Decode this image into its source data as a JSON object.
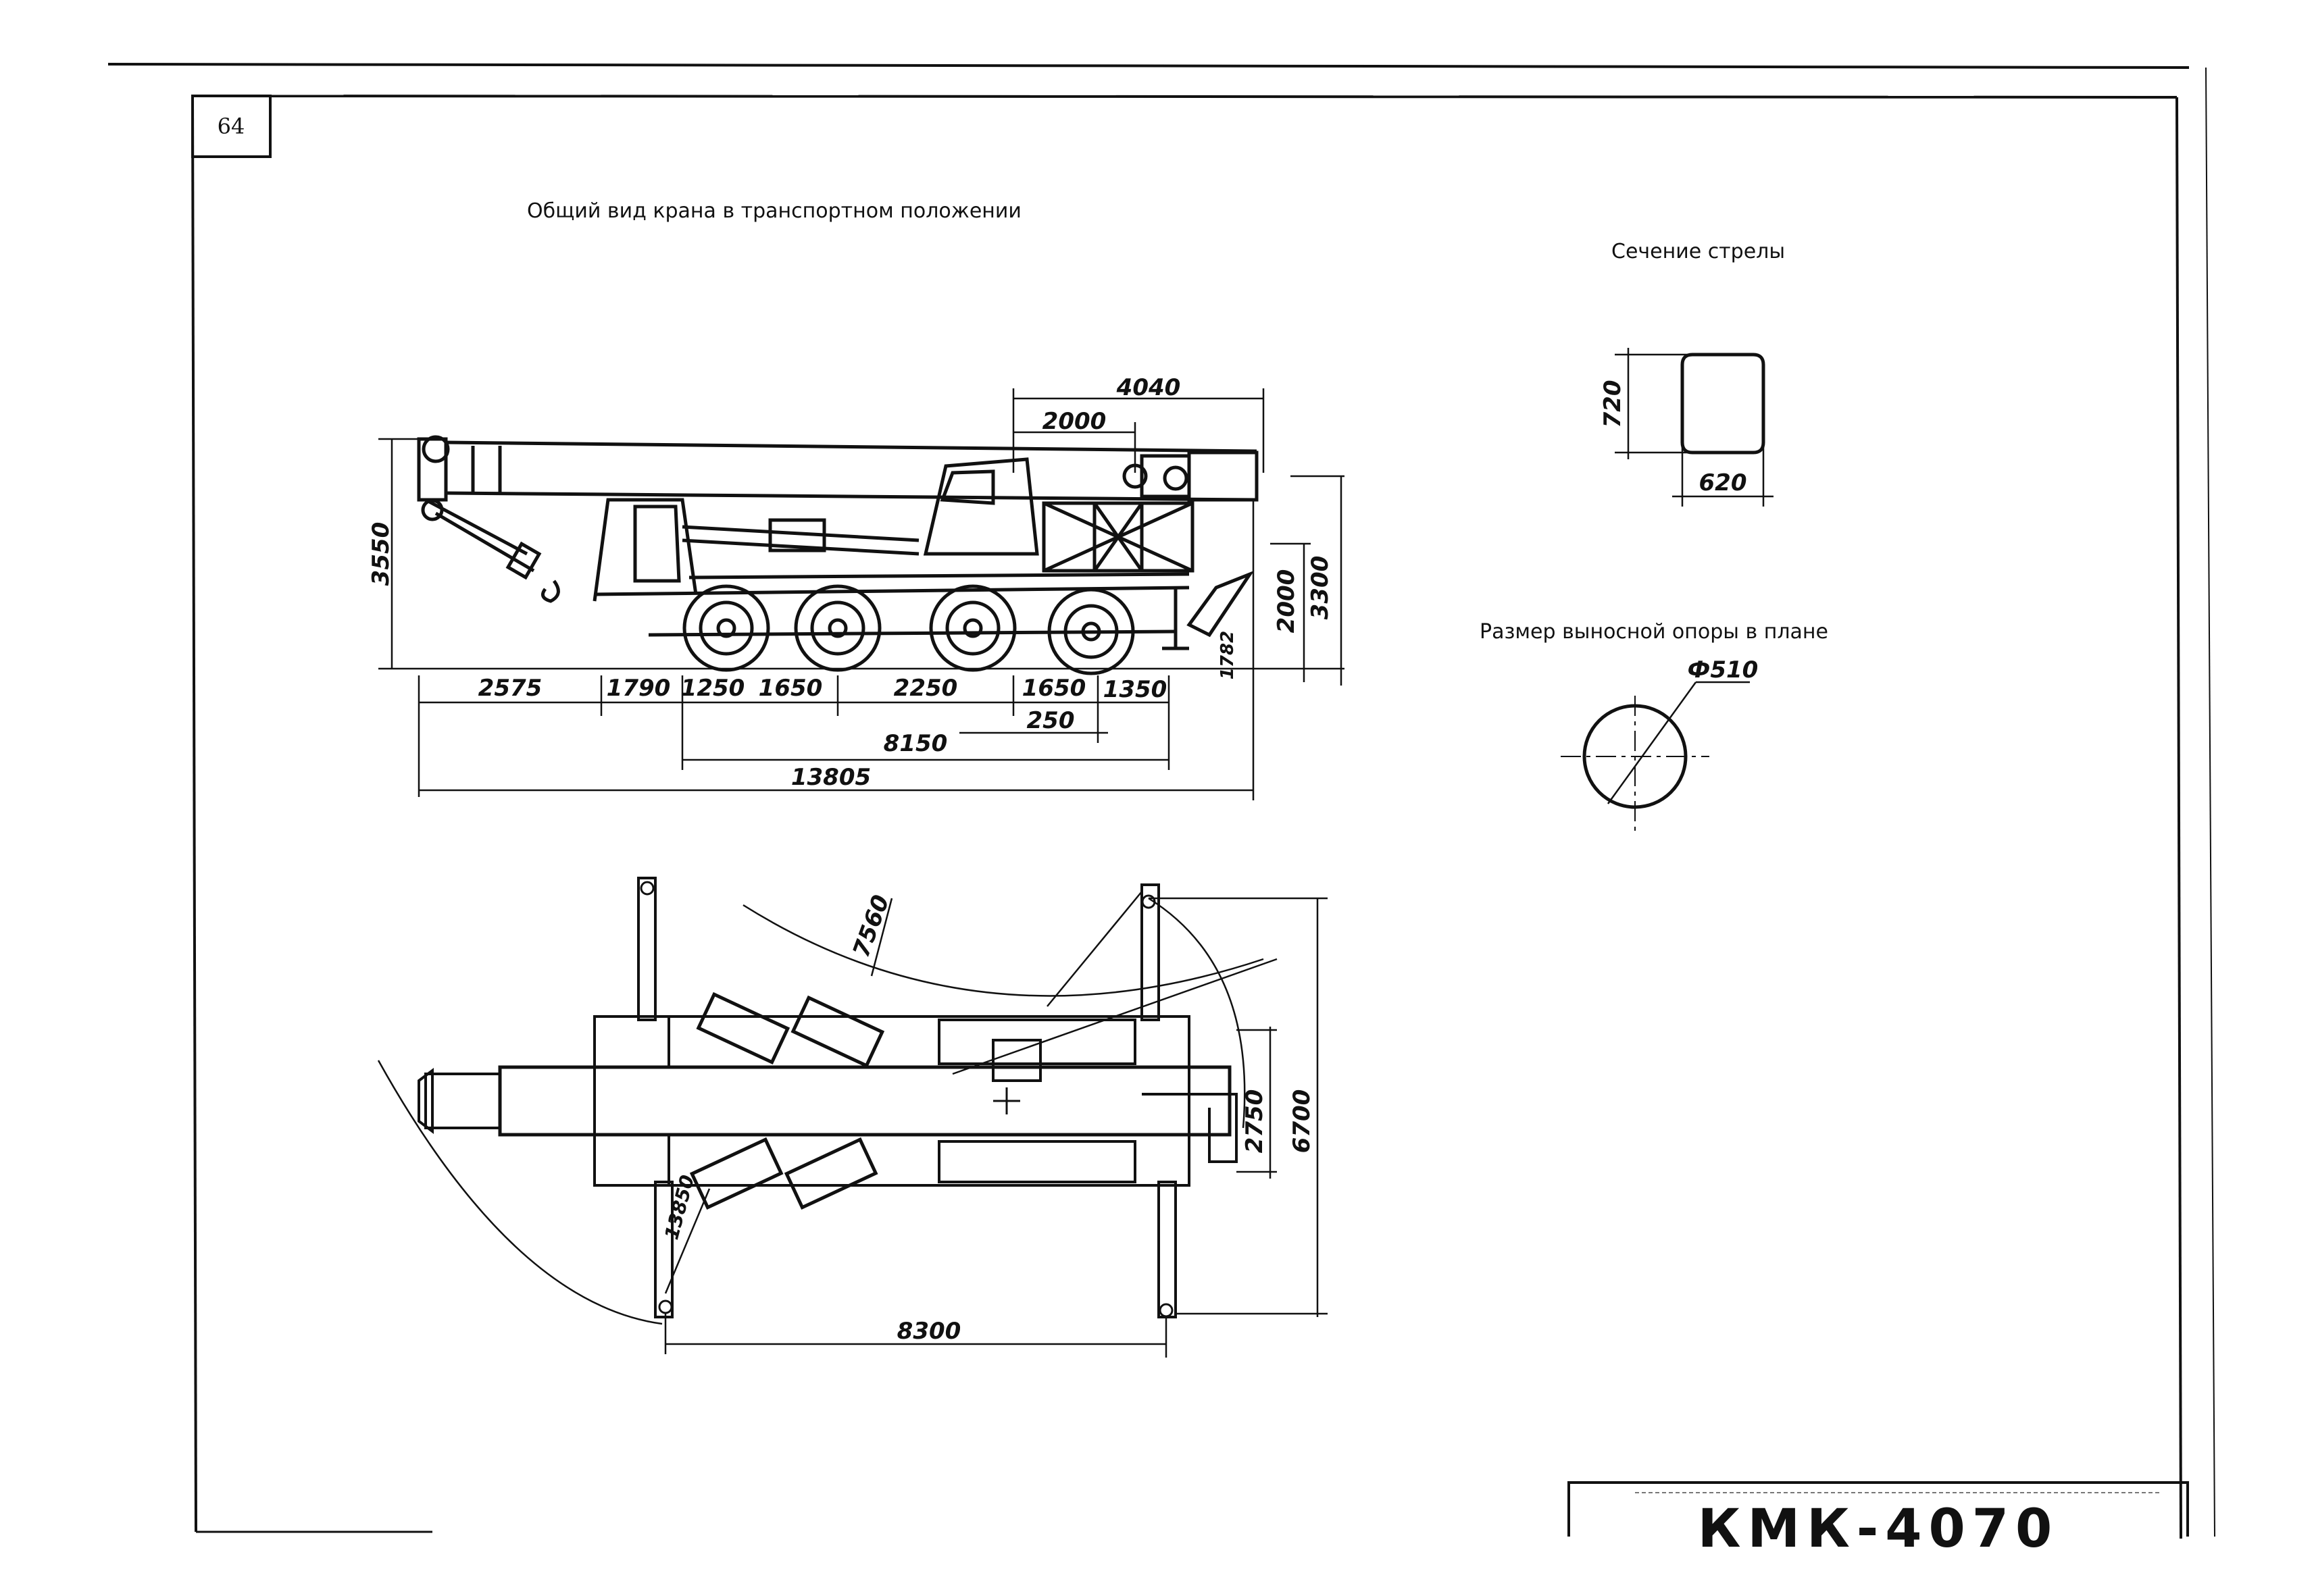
{
  "page_number": "64",
  "titles": {
    "general_view": "Общий вид крана в транспортном положении",
    "boom_section": "Сечение стрелы",
    "outrigger_size": "Размер выносной опоры в плане"
  },
  "stamp_code": "КМК-4070",
  "side_view": {
    "top": {
      "overall": "4040",
      "partial": "2000"
    },
    "left_height": "3550",
    "right_heights": [
      "2000",
      "3300"
    ],
    "small_right": "1782",
    "bottom_row": [
      "2575",
      "1790",
      "1250",
      "1650",
      "2250",
      "1650",
      "1350"
    ],
    "offset": "250",
    "wheelbase_total": "8150",
    "overall_length": "13805"
  },
  "boom_section": {
    "height": "720",
    "width": "620"
  },
  "outrigger": {
    "diameter": "Ф510"
  },
  "plan_view": {
    "swing_radius": "7560",
    "tail_radius": "13850",
    "track_inner": "2750",
    "track_outer": "6700",
    "outrigger_base": "8300"
  }
}
